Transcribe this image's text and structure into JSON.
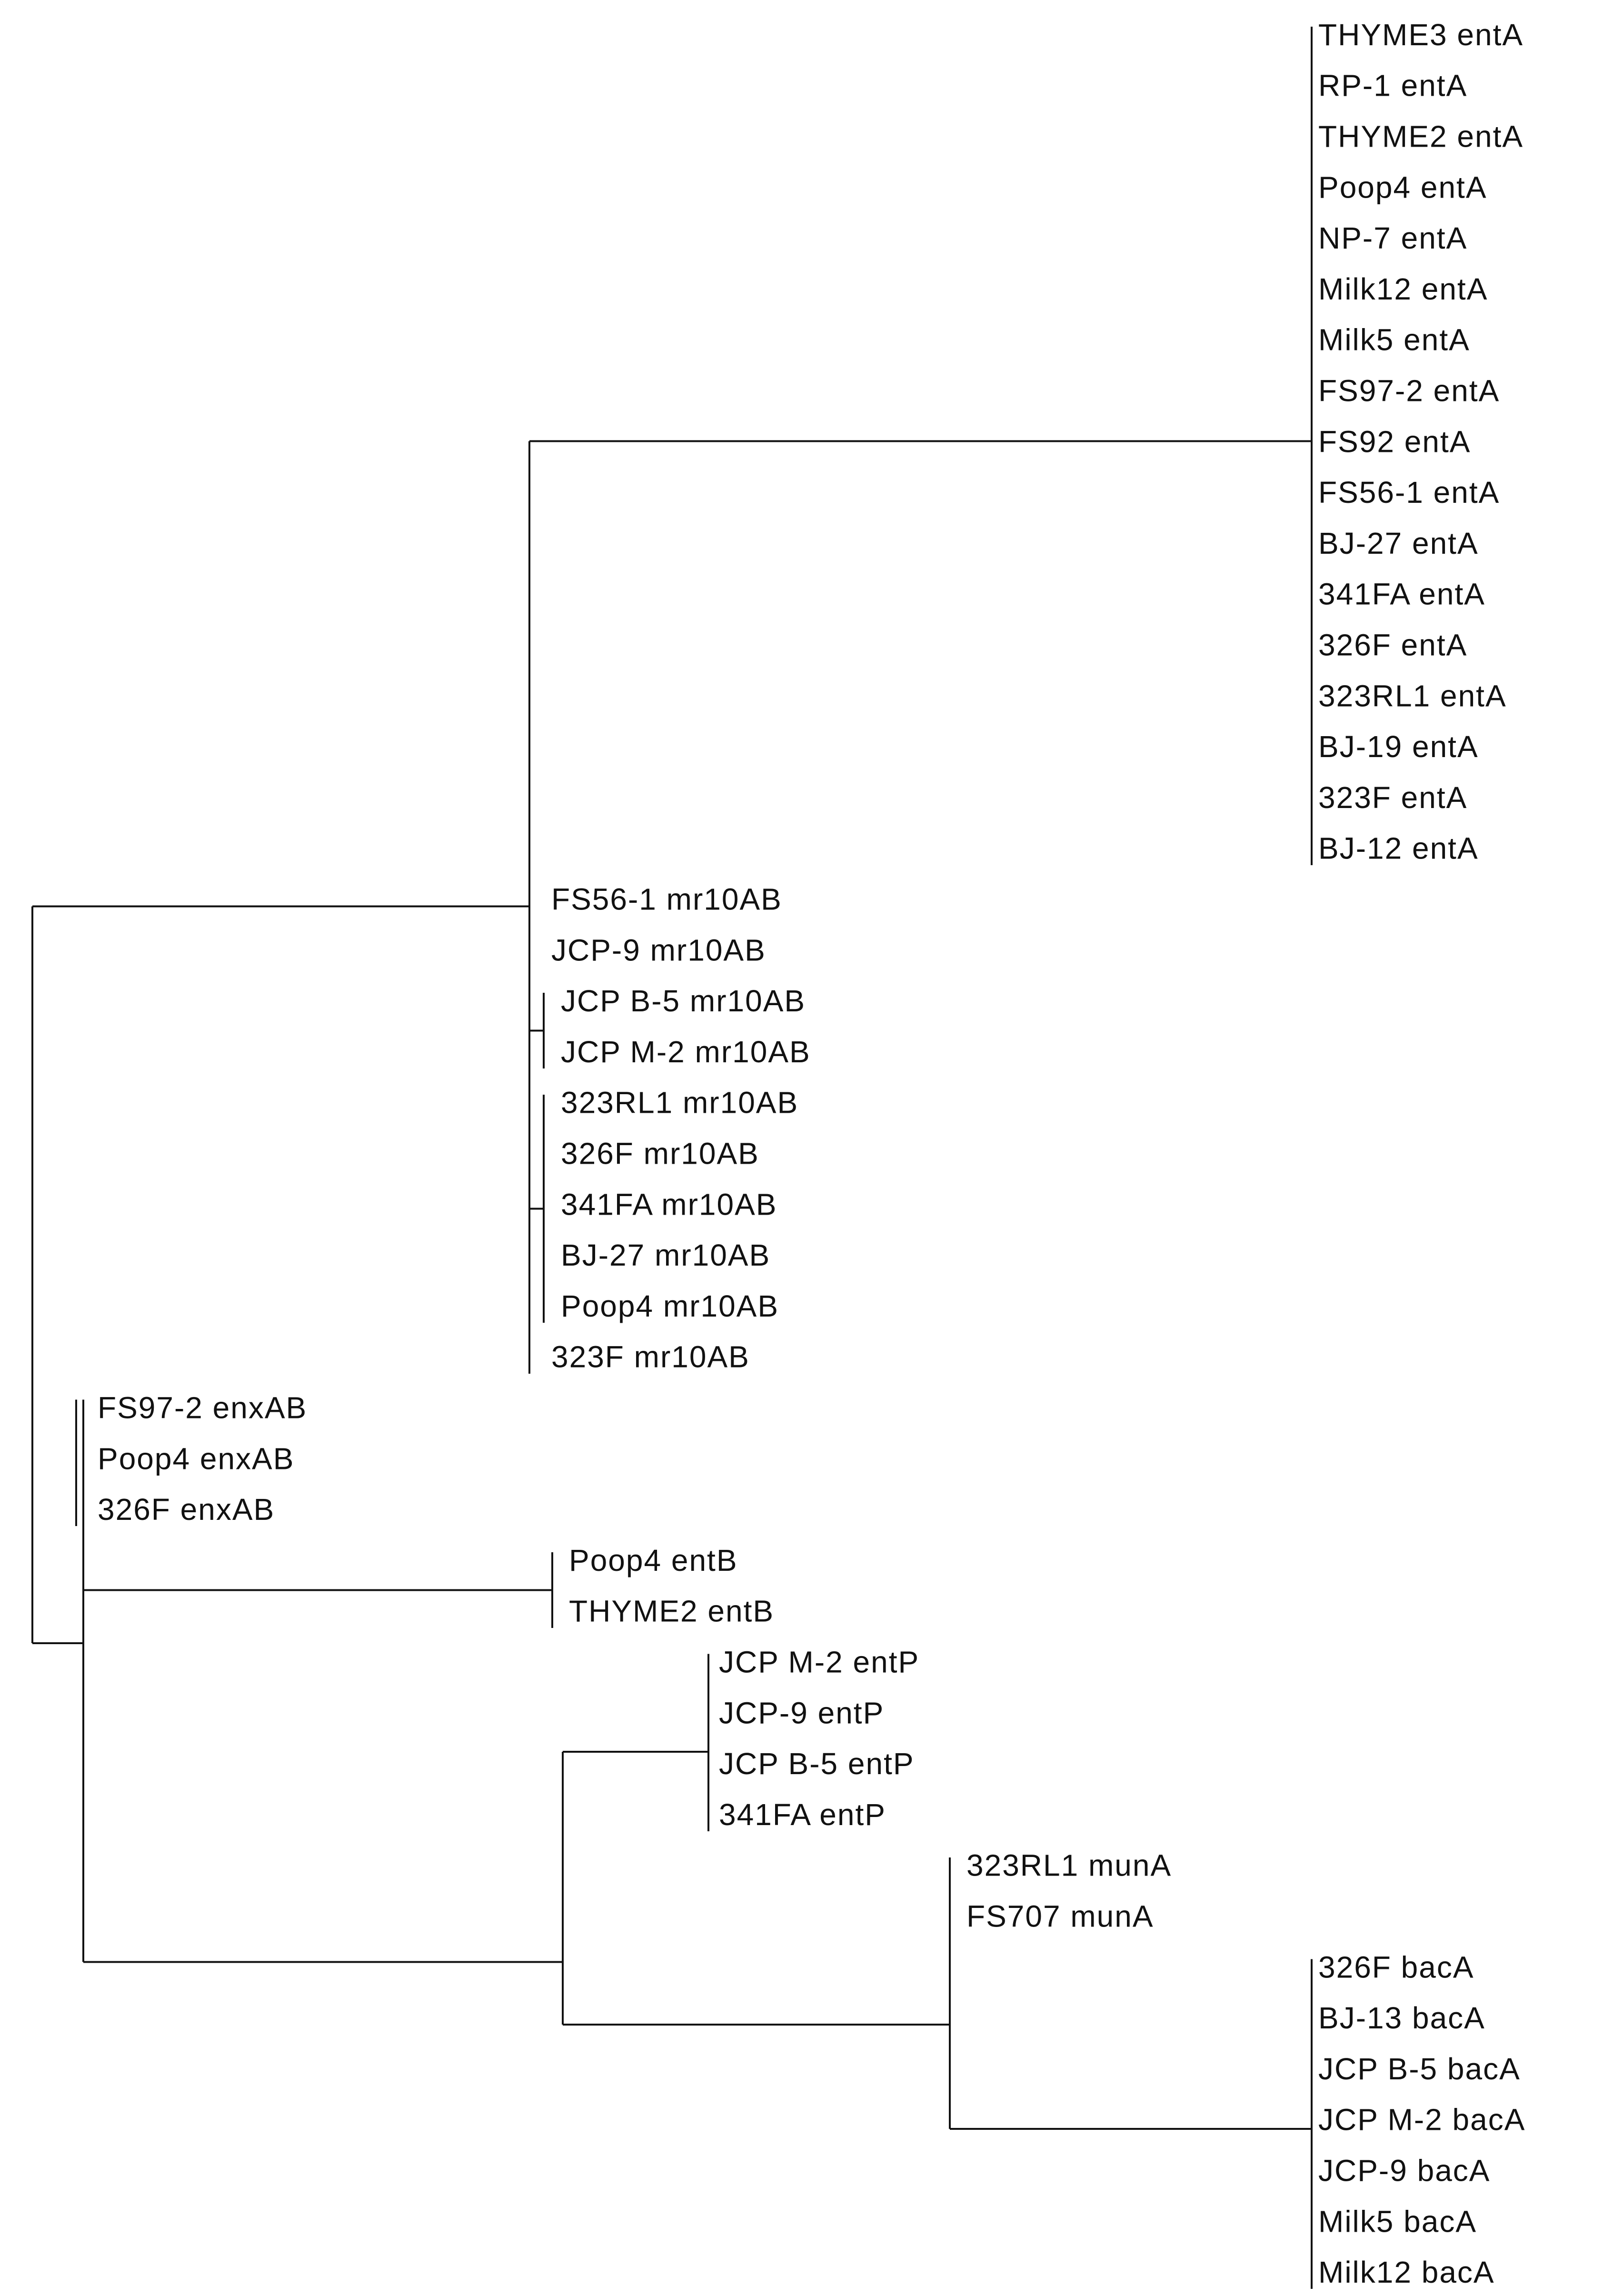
{
  "tree": {
    "clades": {
      "entA": [
        "THYME3 entA",
        "RP-1 entA",
        "THYME2 entA",
        "Poop4 entA",
        "NP-7 entA",
        "Milk12 entA",
        "Milk5 entA",
        "FS97-2 entA",
        "FS92 entA",
        "FS56-1 entA",
        "BJ-27 entA",
        "341FA entA",
        "326F entA",
        "323RL1 entA",
        "BJ-19 entA",
        "323F entA",
        "BJ-12 entA"
      ],
      "mr10AB_a": [
        "FS56-1 mr10AB",
        "JCP-9 mr10AB"
      ],
      "mr10AB_b": [
        "JCP B-5 mr10AB",
        "JCP M-2 mr10AB"
      ],
      "mr10AB_c": [
        "323RL1 mr10AB",
        "326F mr10AB",
        "341FA mr10AB",
        "BJ-27 mr10AB",
        "Poop4 mr10AB"
      ],
      "mr10AB_d": [
        "323F mr10AB"
      ],
      "enxAB": [
        "FS97-2 enxAB",
        "Poop4 enxAB",
        "326F enxAB"
      ],
      "entB": [
        "Poop4 entB",
        "THYME2 entB"
      ],
      "entP": [
        "JCP M-2 entP",
        "JCP-9 entP",
        "JCP B-5 entP",
        "341FA entP"
      ],
      "munA": [
        "323RL1 munA",
        "FS707 munA"
      ],
      "bacA": [
        "326F bacA",
        "BJ-13 bacA",
        "JCP B-5 bacA",
        "JCP M-2 bacA",
        "JCP-9 bacA",
        "Milk5 bacA",
        "Milk12 bacA"
      ]
    }
  }
}
